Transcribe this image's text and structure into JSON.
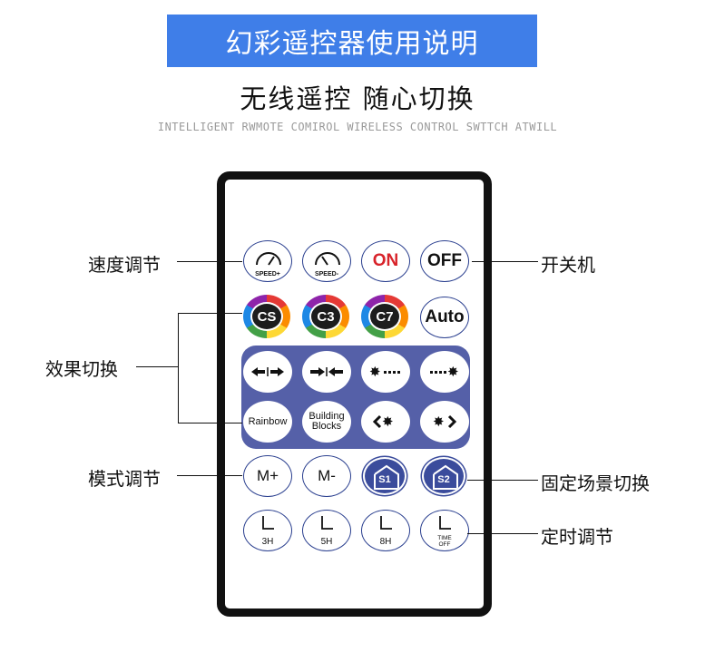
{
  "header": {
    "title": "幻彩遥控器使用说明",
    "subtitle": "无线遥控 随心切换",
    "tagline": "INTELLIGENT RWMOTE COMIROL WIRELESS CONTROL SWTTCH ATWILL"
  },
  "labels": {
    "speed": "速度调节",
    "power": "开关机",
    "effect": "效果切换",
    "mode": "模式调节",
    "scene": "固定场景切换",
    "timer": "定时调节"
  },
  "buttons": {
    "speed_up": "SPEED+",
    "speed_down": "SPEED-",
    "on": "ON",
    "off": "OFF",
    "cs": "CS",
    "c3": "C3",
    "c7": "C7",
    "auto": "Auto",
    "rainbow": "Rainbow",
    "building_blocks": "Building\nBlocks",
    "mode_plus": "M+",
    "mode_minus": "M-",
    "s1": "S1",
    "s2": "S2",
    "timer_3h": "3H",
    "timer_5h": "5H",
    "timer_8h": "8H",
    "timer_off": "TIME\nOFF"
  },
  "colors": {
    "banner": "#3f7ee8",
    "panel": "#5560a8",
    "on": "#d8232a",
    "scene": "#3b4c9c"
  }
}
